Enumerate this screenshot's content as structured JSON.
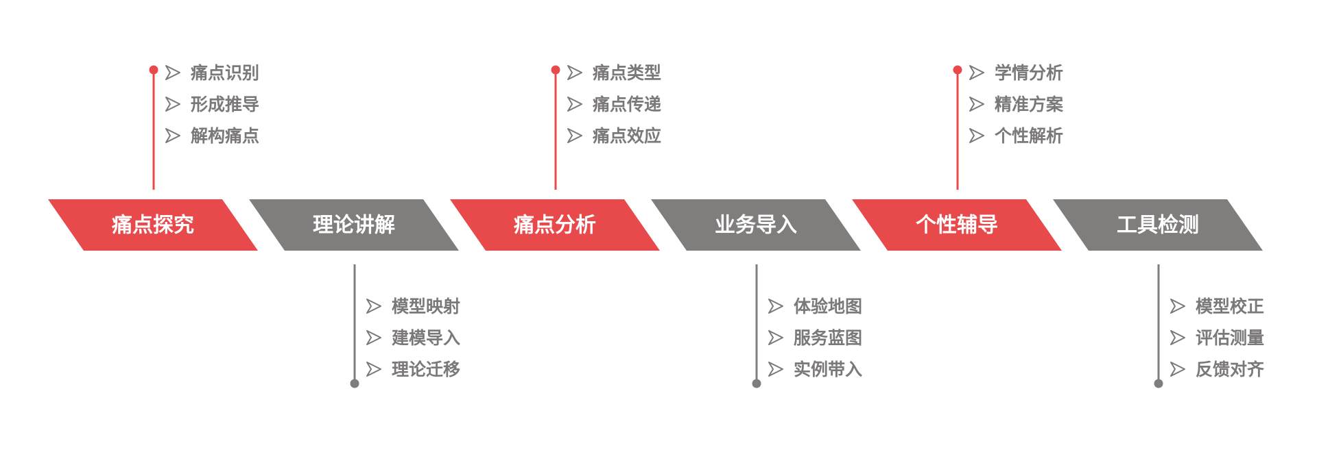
{
  "colors": {
    "accent": "#e8494b",
    "neutral": "#807d7d",
    "text": "#7b7878",
    "step_text": "#ffffff"
  },
  "bullet_icon": "arrowhead-bullet-icon",
  "steps": [
    {
      "label": "痛点探究",
      "tone": "accent",
      "items_side": "top",
      "items": [
        "痛点识别",
        "形成推导",
        "解构痛点"
      ]
    },
    {
      "label": "理论讲解",
      "tone": "neutral",
      "items_side": "bottom",
      "items": [
        "模型映射",
        "建模导入",
        "理论迁移"
      ]
    },
    {
      "label": "痛点分析",
      "tone": "accent",
      "items_side": "top",
      "items": [
        "痛点类型",
        "痛点传递",
        "痛点效应"
      ]
    },
    {
      "label": "业务导入",
      "tone": "neutral",
      "items_side": "bottom",
      "items": [
        "体验地图",
        "服务蓝图",
        "实例带入"
      ]
    },
    {
      "label": "个性辅导",
      "tone": "accent",
      "items_side": "top",
      "items": [
        "学情分析",
        "精准方案",
        "个性解析"
      ]
    },
    {
      "label": "工具检测",
      "tone": "neutral",
      "items_side": "bottom",
      "items": [
        "模型校正",
        "评估测量",
        "反馈对齐"
      ]
    }
  ]
}
